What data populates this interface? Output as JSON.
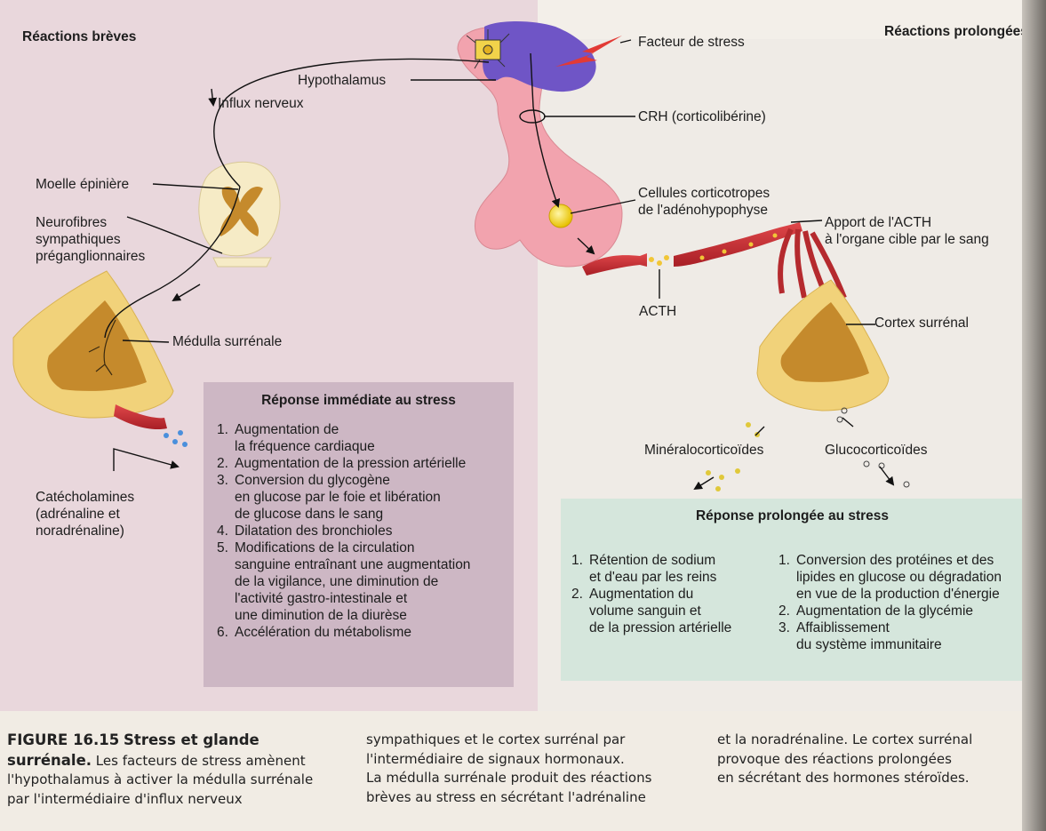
{
  "headers": {
    "brief": "Réactions brèves",
    "prolonged": "Réactions prolongées"
  },
  "labels": {
    "stressor": "Facteur de stress",
    "hypothalamus": "Hypothalamus",
    "nerve_impulses": "Influx nerveux",
    "crh": "CRH (corticolibérine)",
    "spinal_cord": "Moelle épinière",
    "corticotropes": "Cellules corticotropes\nde l'adénohypophyse",
    "acth_transport": "Apport de l'ACTH\nà l'organe cible par le sang",
    "preganglionic": "Neurofibres\nsympathiques\npréganglionnaires",
    "acth": "ACTH",
    "adrenal_cortex": "Cortex surrénal",
    "adrenal_medulla": "Médulla surrénale",
    "mineralocorticoids": "Minéralocorticoïdes",
    "glucocorticoids": "Glucocorticoïdes",
    "catecholamines": "Catécholamines\n(adrénaline et\nnoradrénaline)"
  },
  "immediate_response": {
    "title": "Réponse immédiate au stress",
    "items": [
      {
        "n": "1.",
        "text": "Augmentation de\nla fréquence cardiaque"
      },
      {
        "n": "2.",
        "text": "Augmentation de la pression artérielle"
      },
      {
        "n": "3.",
        "text": "Conversion du glycogène\nen glucose par le foie et libération\nde glucose dans le sang"
      },
      {
        "n": "4.",
        "text": "Dilatation des bronchioles"
      },
      {
        "n": "5.",
        "text": "Modifications de la circulation\nsanguine entraînant une augmentation\nde la vigilance, une diminution de\nl'activité gastro-intestinale et\nune diminution de la diurèse"
      },
      {
        "n": "6.",
        "text": "Accélération du métabolisme"
      }
    ]
  },
  "prolonged_response": {
    "title": "Réponse prolongée au stress",
    "mineralo_items": [
      {
        "n": "1.",
        "text": "Rétention de sodium\net d'eau par les reins"
      },
      {
        "n": "2.",
        "text": "Augmentation du\nvolume sanguin et\nde la pression artérielle"
      }
    ],
    "gluco_items": [
      {
        "n": "1.",
        "text": "Conversion des protéines et des\nlipides en glucose ou dégradation\nen vue de la production d'énergie"
      },
      {
        "n": "2.",
        "text": "Augmentation de la glycémie"
      },
      {
        "n": "3.",
        "text": "Affaiblissement\ndu système immunitaire"
      }
    ]
  },
  "caption": {
    "figure": "FIGURE 16.15",
    "title": "Stress et glande\nsurrénale.",
    "col1_text": " Les facteurs de stress amènent\nl'hypothalamus à activer la médulla surrénale\npar l'intermédiaire d'influx nerveux",
    "col2": "sympathiques et le cortex surrénal par\nl'intermédiaire de signaux hormonaux.\nLa médulla surrénale produit des réactions\nbrèves au stress en sécrétant l'adrénaline",
    "col3": "et la noradrénaline. Le cortex surrénal\nprovoque des réactions prolongées\nen sécrétant des hormones stéroïdes."
  },
  "colors": {
    "brief_panel": "#e9d7dc",
    "immediate_box": "#cdb7c4",
    "prolonged_box": "#d5e6dc",
    "gland_pink": "#f2a3ae",
    "hypothalamus_purple": "#6f55c6",
    "adrenal_cortex_yellow": "#f1d27a",
    "adrenal_medulla_brown": "#c58a2c",
    "blood_vessel_red": "#c0292e",
    "stressor_bolt": "#e23a35"
  }
}
